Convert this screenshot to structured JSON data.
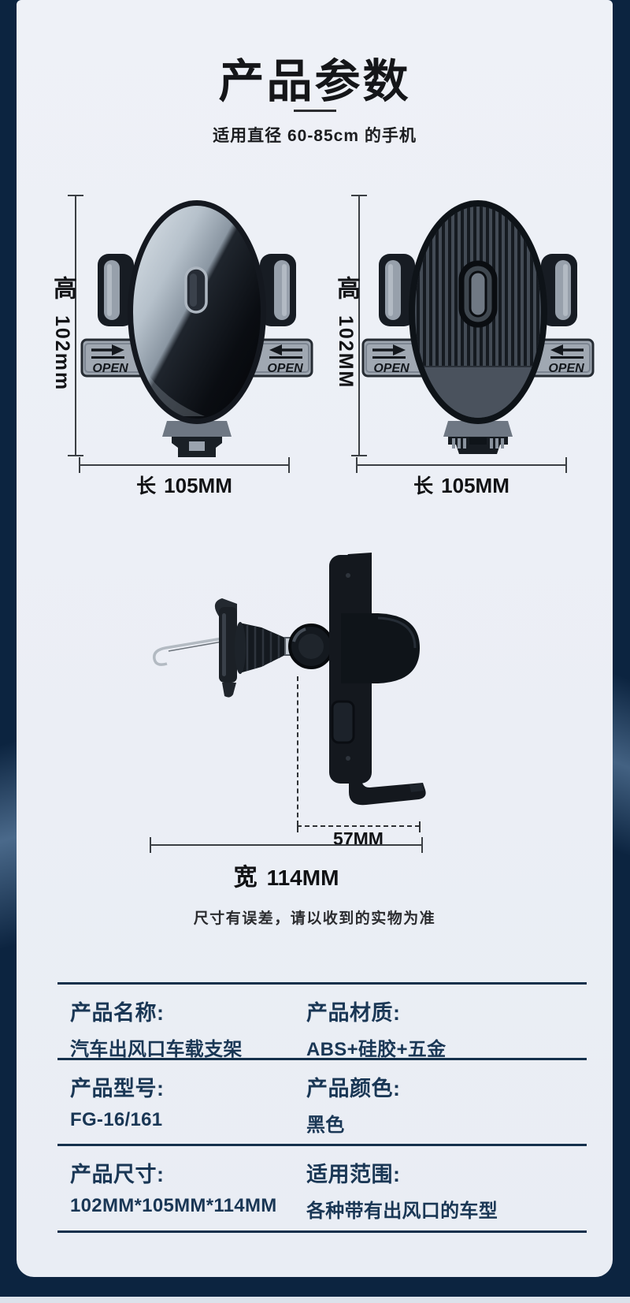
{
  "colors": {
    "frame_navy": "#0c2440",
    "card_bg": "#edf0f6",
    "table_text_navy": "#1a3755",
    "product_black": "#14181e"
  },
  "header": {
    "title": "产品参数",
    "subtitle": "适用直径 60-85cm 的手机"
  },
  "front_view": {
    "height_label": "高",
    "height_value": "102mm",
    "length_label": "长",
    "length_value": "105MM",
    "open_left": "OPEN",
    "open_right": "OPEN"
  },
  "back_view": {
    "height_label": "高",
    "height_value": "102MM",
    "length_label": "长",
    "length_value": "105MM",
    "open_left": "OPEN",
    "open_right": "OPEN"
  },
  "side_view": {
    "depth_value": "57MM",
    "width_label": "宽",
    "width_value": "114MM"
  },
  "note": "尺寸有误差，请以收到的实物为准",
  "spec_table": {
    "rows": [
      {
        "left_label": "产品名称:",
        "left_value": "汽车出风口车载支架",
        "right_label": "产品材质:",
        "right_value": "ABS+硅胶+五金"
      },
      {
        "left_label": "产品型号:",
        "left_value": "FG-16/161",
        "right_label": "产品颜色:",
        "right_value": "黑色"
      },
      {
        "left_label": "产品尺寸:",
        "left_value": "102MM*105MM*114MM",
        "right_label": "适用范围:",
        "right_value": "各种带有出风口的车型"
      }
    ]
  }
}
